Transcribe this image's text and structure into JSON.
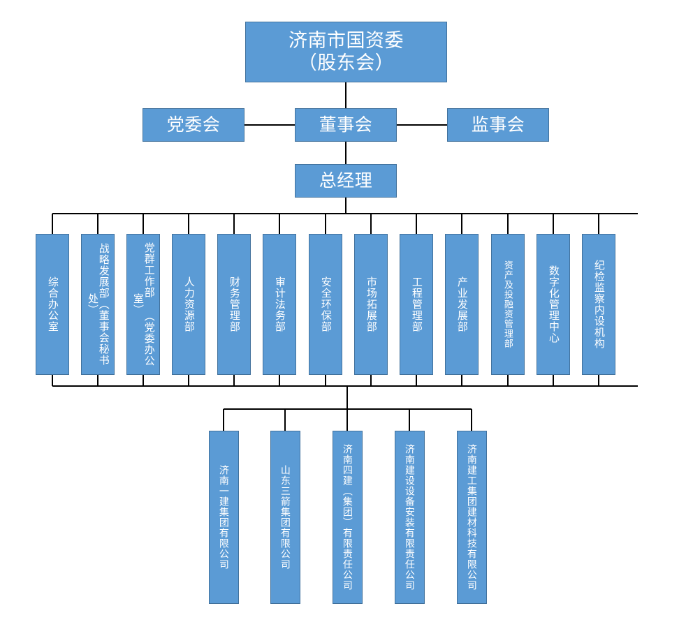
{
  "diagram": {
    "title_text": "济南市国资委（股东会）",
    "type": "org-chart",
    "colors": {
      "node_fill": "#5B9BD5",
      "node_border": "#41719C",
      "node_text": "#FFFFFF",
      "connector": "#000000",
      "background": "#FFFFFF"
    },
    "root": {
      "label": "济南市国资委\n（股东会）"
    },
    "governance": [
      {
        "label": "党委会"
      },
      {
        "label": "董事会"
      },
      {
        "label": "监事会"
      }
    ],
    "management": {
      "label": "总经理"
    },
    "departments": [
      {
        "label": "综合办公室"
      },
      {
        "label": "战略发展部（董事会秘书处）"
      },
      {
        "label": "党群工作部 （党委办公室）"
      },
      {
        "label": "人力资源部"
      },
      {
        "label": "财务管理部"
      },
      {
        "label": "审计法务部"
      },
      {
        "label": "安全环保部"
      },
      {
        "label": "市场拓展部"
      },
      {
        "label": "工程管理部"
      },
      {
        "label": "产业发展部"
      },
      {
        "label": "资产及投融资管理部"
      },
      {
        "label": "数字化管理中心"
      },
      {
        "label": "纪检监察内设机构"
      }
    ],
    "subsidiaries": [
      {
        "label": "济南一建集团有限公司"
      },
      {
        "label": "山东三箭集团有限公司"
      },
      {
        "label": "济南四建（集团）有限责任公司"
      },
      {
        "label": "济南建设设备安装有限责任公司"
      },
      {
        "label": "济南建工集团建材科技有限公司"
      }
    ]
  }
}
